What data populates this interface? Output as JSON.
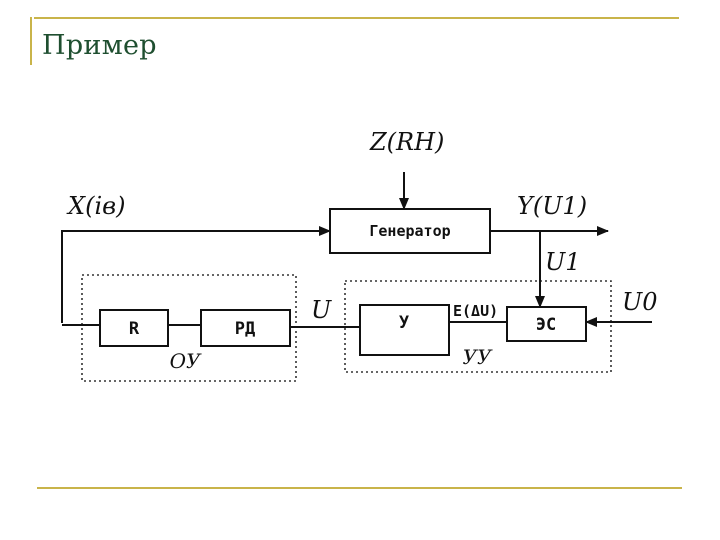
{
  "slide": {
    "title": "Пример",
    "accent_color": "#c9b44a",
    "title_color": "#1f4f30"
  },
  "diagram": {
    "blocks": {
      "generator": "Генератор",
      "r": "R",
      "rd": "РД",
      "y": "У",
      "es": "ЭС"
    },
    "groups": {
      "ou": "ОУ",
      "uu": "УУ"
    },
    "signals": {
      "x_input": "X(iв)",
      "z_load": "Z(RН)",
      "y_output": "Y(U1)",
      "u1": "U1",
      "u": "U",
      "error": "E(ΔU)",
      "u0": "U0"
    }
  }
}
